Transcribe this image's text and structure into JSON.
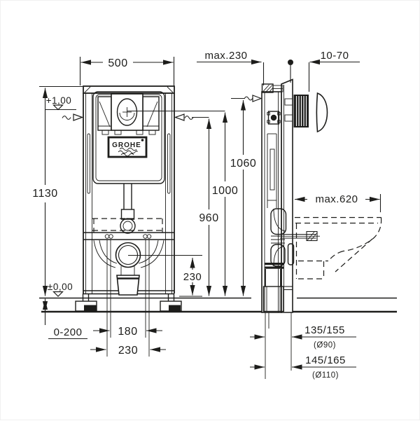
{
  "drawing": {
    "description": "GROHE concealed cistern installation frame - dimensional drawing, front view and side view with wall-hung toilet bowl outline",
    "brand": {
      "name": "GROHE"
    },
    "colors": {
      "line": "#1d1d1b",
      "background": "#ffffff"
    },
    "dims": {
      "frame_width": "500",
      "wall_distance_max": "max.230",
      "plate_depth_range": "10-70",
      "datum_upper": "+1,00",
      "frame_height": "1130",
      "h_actuation": "1060",
      "h_meter": "1000",
      "h_cistern_top": "960",
      "bowl_projection_max": "max.620",
      "outlet_height": "230",
      "datum_floor": "±0,00",
      "feet_adjust_range": "0-200",
      "bolt_spacing": "180",
      "outlet_width": "230",
      "drain_offset_90": "135/155",
      "drain_dia_90": "(Ø90)",
      "drain_offset_110": "145/165",
      "drain_dia_110": "(Ø110)"
    }
  }
}
